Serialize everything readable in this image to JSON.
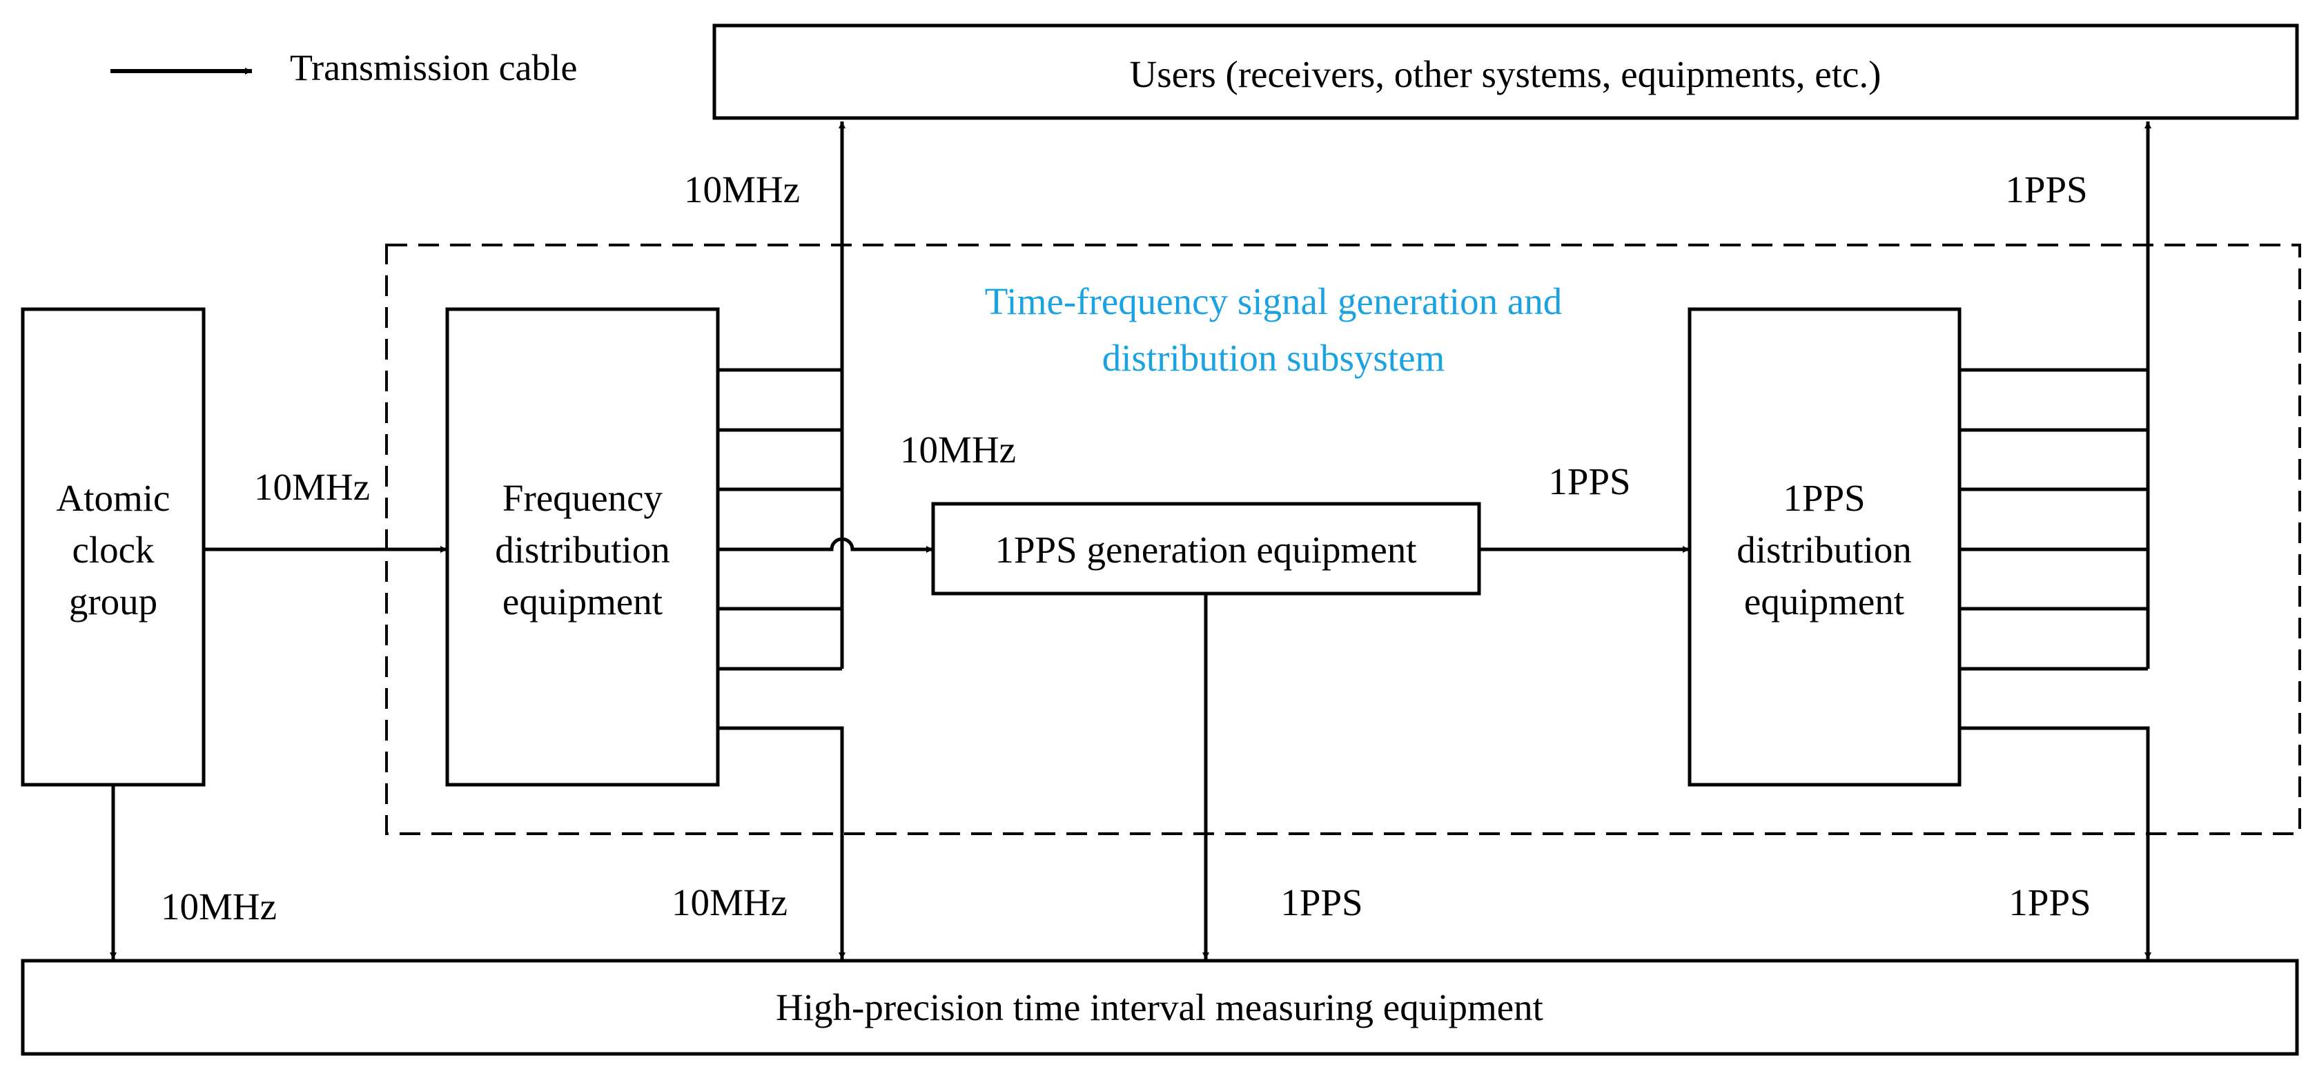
{
  "legend": {
    "label": "Transmission cable"
  },
  "boxes": {
    "users": "Users (receivers, other systems, equipments, etc.)",
    "atomic_clock": [
      "Atomic",
      "clock",
      "group"
    ],
    "freq_dist": [
      "Frequency",
      "distribution",
      "equipment"
    ],
    "pps_gen": "1PPS generation equipment",
    "pps_dist": [
      "1PPS",
      "distribution",
      "equipment"
    ],
    "measuring": "High-precision time interval measuring equipment"
  },
  "subsystem": {
    "lines": [
      "Time-frequency signal generation and",
      "distribution subsystem"
    ],
    "color": "#1aa3e0"
  },
  "signals": {
    "clock_to_freq": "10MHz",
    "freq_to_users": "10MHz",
    "freq_to_pps_gen": "10MHz",
    "pps_gen_to_pps_dist": "1PPS",
    "pps_dist_to_users": "1PPS",
    "clock_to_measuring": "10MHz",
    "freq_to_measuring": "10MHz",
    "pps_gen_to_measuring": "1PPS",
    "pps_dist_to_measuring": "1PPS"
  }
}
